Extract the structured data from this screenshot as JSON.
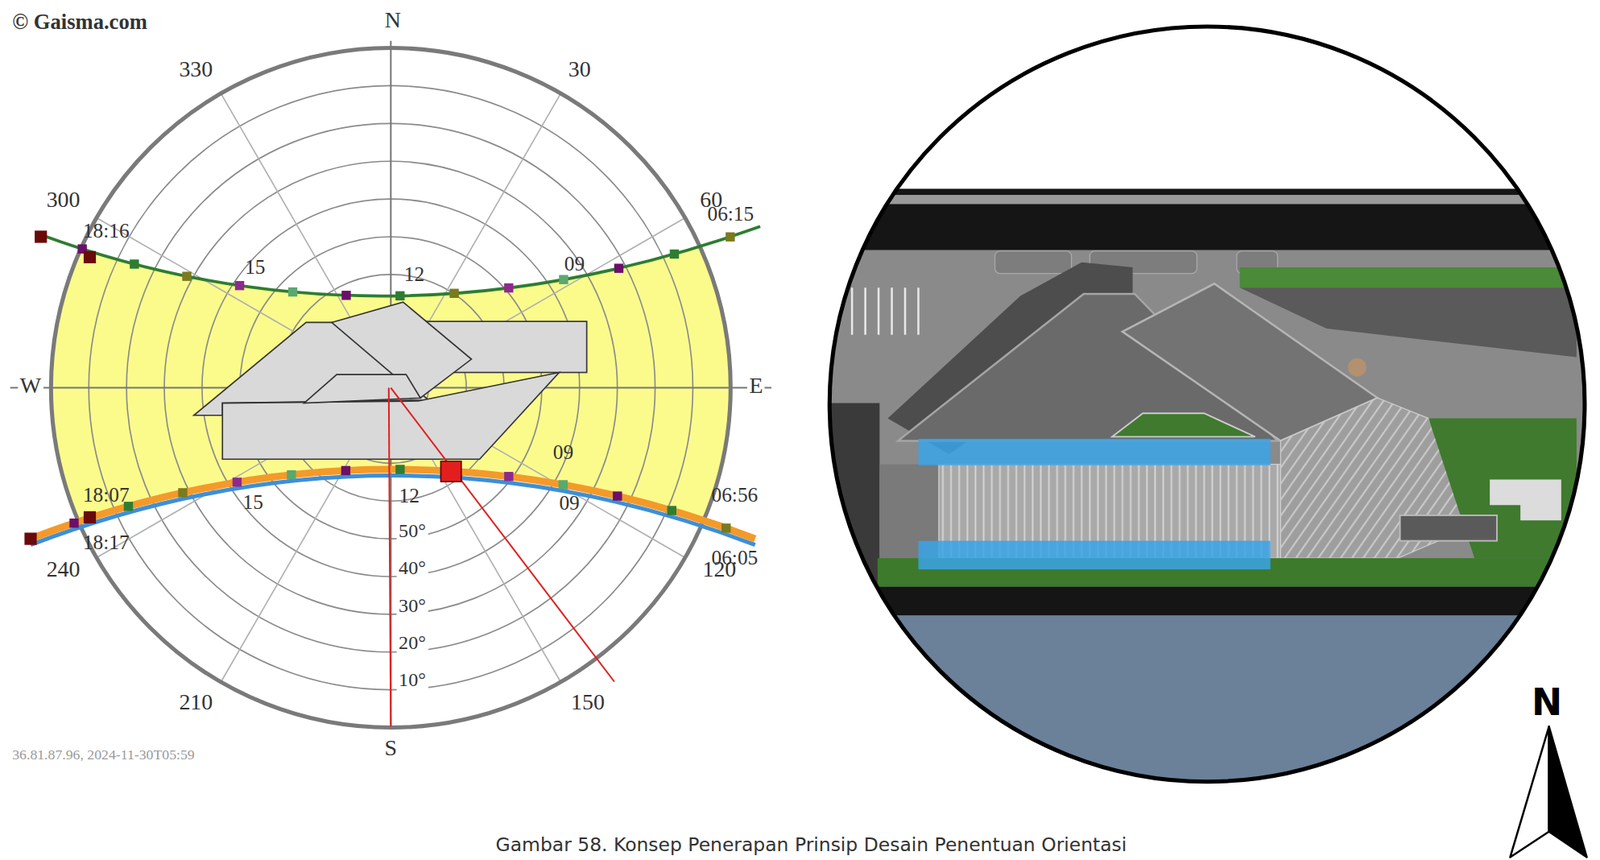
{
  "diagram": {
    "caption": "Gambar 58. Konsep Penerapan Prinsip Desain Penentuan Orientasi",
    "labels": [
      "© Gaisma.com",
      "N",
      "330",
      "30",
      "300",
      "60",
      "W",
      "E",
      "S",
      "210",
      "150",
      "240",
      "120",
      "18:16",
      "06:15",
      "15",
      "12",
      "09",
      "18:07",
      "18:17",
      "15",
      "12",
      "09",
      "09",
      "06:56",
      "06:05",
      "50°",
      "40°",
      "30°",
      "20°",
      "10°",
      "36.81.87.96, 2024-11-30T05:59",
      "N"
    ]
  }
}
